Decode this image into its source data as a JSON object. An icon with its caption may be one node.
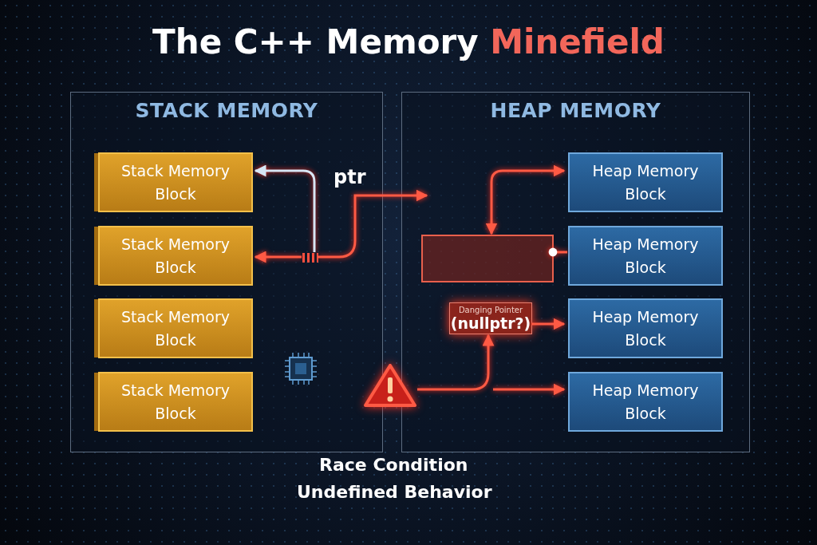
{
  "diagram": {
    "title": "The C++ Memory Minefield",
    "nodes": [
      {
        "text": [
          "STACK MEMORY"
        ]
      },
      {
        "text": [
          "HEAP MEMORY"
        ]
      },
      {
        "text": [
          "Stack Memory Block"
        ],
        "in": 0
      },
      {
        "text": [
          "Stack Memory Block"
        ],
        "in": 0
      },
      {
        "text": [
          "Stack Memory Block"
        ],
        "in": 0
      },
      {
        "text": [
          "Stack Memory Block"
        ],
        "in": 0
      },
      {
        "text": [],
        "shape": "box",
        "in": 0
      },
      {
        "text": [],
        "shape": "box",
        "in": 1
      },
      {
        "text": [
          "Danging Pointer",
          "(nullptr?)"
        ],
        "in": 1
      },
      {
        "text": [],
        "shape": "triangle"
      },
      {
        "text": [
          "Heap Memory Block"
        ],
        "in": 1
      },
      {
        "text": [
          "Heap Memory Block"
        ],
        "in": 1
      },
      {
        "text": [
          "Heap Memory Block"
        ],
        "in": 1
      },
      {
        "text": [
          "Heap Memory Block"
        ],
        "in": 1
      }
    ],
    "edges": [
      {
        "from": 6,
        "to": 2,
        "arrow": "to",
        "color": "#d6e6f5"
      },
      {
        "from": 6,
        "to": 3,
        "arrow": "to"
      },
      {
        "from": 6,
        "to": null,
        "arrow": "to"
      },
      {
        "from": 7,
        "to": 10,
        "arrow": "both"
      },
      {
        "from": 7,
        "to": 11,
        "arrow": "other"
      },
      {
        "from": 8,
        "to": 12,
        "arrow": "to"
      },
      {
        "from": 9,
        "to": 8,
        "arrow": "to"
      },
      {
        "from": null,
        "to": 13,
        "arrow": "to"
      }
    ],
    "labels": [
      "ptr",
      "Race Condition",
      "Undefined Behavior"
    ]
  }
}
